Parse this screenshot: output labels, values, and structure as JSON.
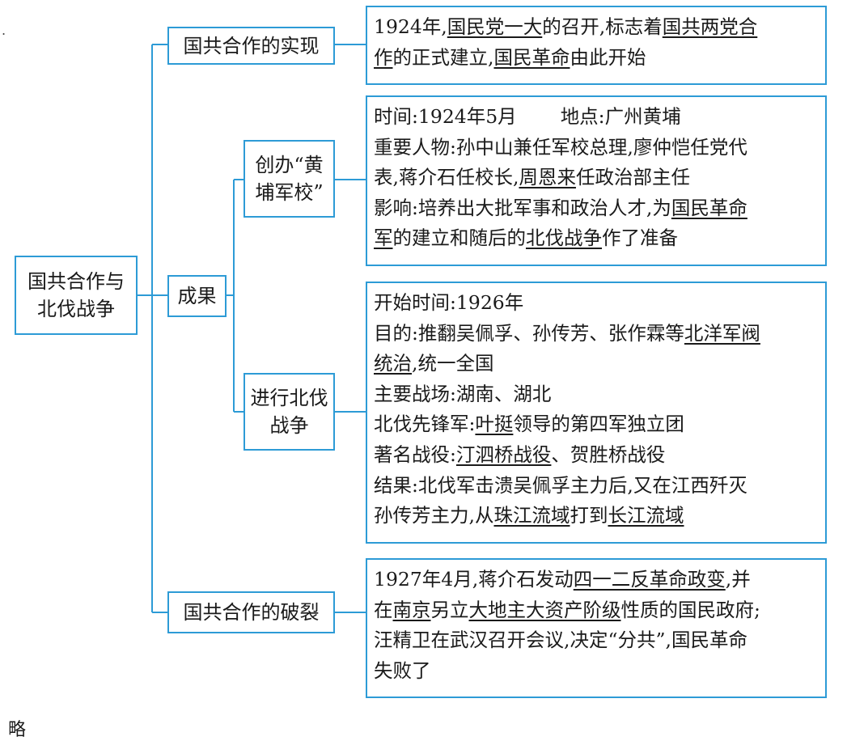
{
  "root": {
    "line1": "国共合作与",
    "line2": "北伐战争"
  },
  "branches": {
    "realize": "国共合作的实现",
    "result": "成果",
    "whampoa": {
      "line1": "创办“黄",
      "line2": "埔军校”"
    },
    "expedition": {
      "line1": "进行北伐",
      "line2": "战争"
    },
    "split": "国共合作的破裂"
  },
  "details": {
    "realize": {
      "l1a": "1924年,",
      "l1b": "国民党一大",
      "l1c": "的召开,标志着",
      "l1d": "国共两党合",
      "l2a": "作",
      "l2b": "的正式建立,",
      "l2c": "国民革命",
      "l2d": "由此开始"
    },
    "whampoa": {
      "time": "时间:1924年5月",
      "place": "地点:广州黄埔",
      "p1": "重要人物:孙中山兼任军校总理,廖仲恺任党代",
      "p2a": "表,蒋介石任校长,",
      "p2b": "周恩来",
      "p2c": "任政治部主任",
      "i1a": "影响:培养出大批军事和政治人才,为",
      "i1b": "国民革命",
      "i2a": "军",
      "i2b": "的建立和随后的",
      "i2c": "北伐战争",
      "i2d": "作了准备"
    },
    "expedition": {
      "start": "开始时间:1926年",
      "g1a": "目的:推翻吴佩孚、孙传芳、张作霖等",
      "g1b": "北洋军阀",
      "g2a": "统治",
      "g2b": ",统一全国",
      "field": "主要战场:湖南、湖北",
      "vana": "北伐先锋军:",
      "vanb": "叶挺",
      "vanc": "领导的第四军独立团",
      "bata": "著名战役:",
      "batb": "汀泗桥战役",
      "batc": "、贺胜桥战役",
      "r1": "结果:北伐军击溃吴佩孚主力后,又在江西歼灭",
      "r2a": "孙传芳主力,从",
      "r2b": "珠江流域",
      "r2c": "打到",
      "r2d": "长江流域"
    },
    "split": {
      "l1a": "1927年4月,蒋介石发动",
      "l1b": "四一二反革命政变",
      "l1c": ",并",
      "l2a": "在",
      "l2b": "南京",
      "l2c": "另立",
      "l2d": "大地主大资产阶级",
      "l2e": "性质的国民政府;",
      "l3": "汪精卫在武汉召开会议,决定“分共”,国民革命",
      "l4": "失败了"
    }
  },
  "footer": "略"
}
